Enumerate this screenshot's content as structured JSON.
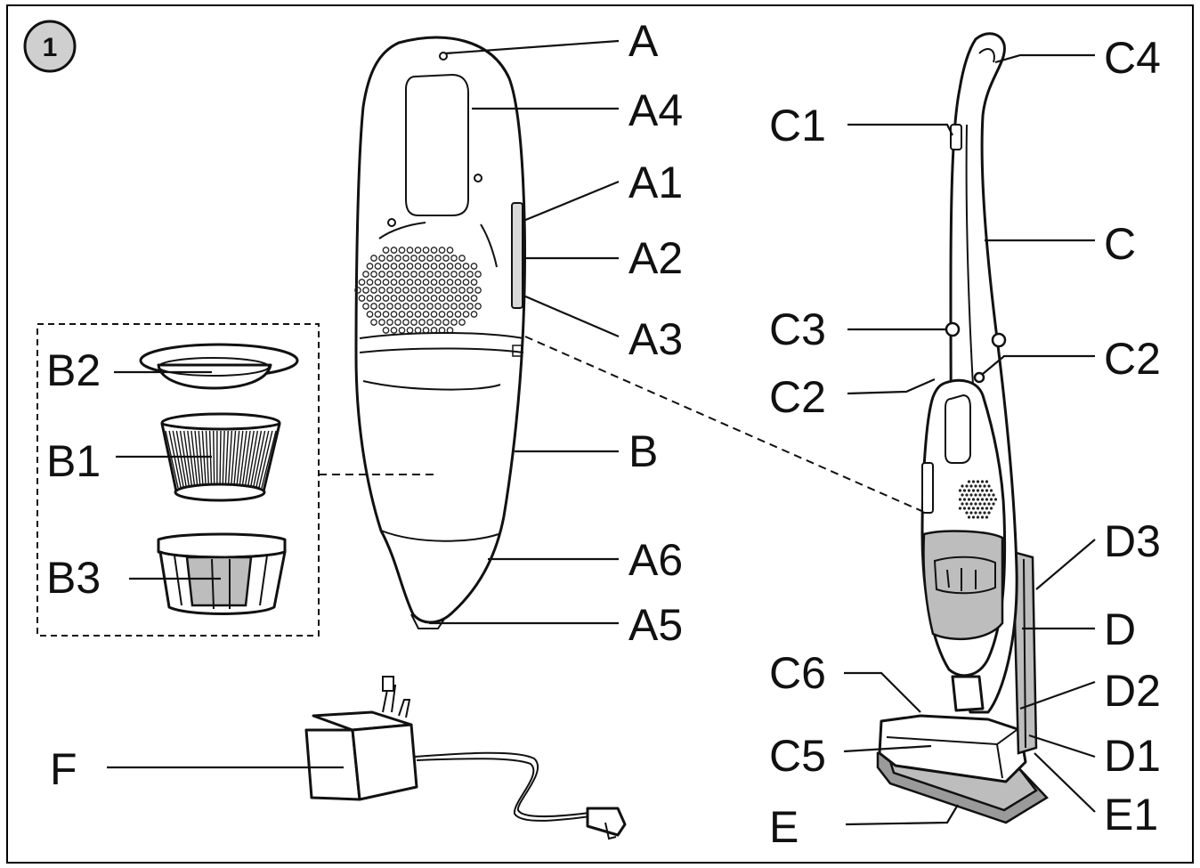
{
  "figure": {
    "badge": "1"
  },
  "labels": {
    "A": "A",
    "A4": "A4",
    "A1": "A1",
    "A2": "A2",
    "A3": "A3",
    "B": "B",
    "A6": "A6",
    "A5": "A5",
    "B2": "B2",
    "B1": "B1",
    "B3": "B3",
    "F": "F",
    "C4": "C4",
    "C1": "C1",
    "C": "C",
    "C3": "C3",
    "C2_right": "C2",
    "C2_left": "C2",
    "D3": "D3",
    "D": "D",
    "C6": "C6",
    "D2": "D2",
    "C5": "C5",
    "D1": "D1",
    "E": "E",
    "E1": "E1"
  },
  "colors": {
    "line": "#111111",
    "gray_part": "#bdbdbd",
    "dark_gray_part": "#9a9a9a",
    "background": "#ffffff"
  }
}
